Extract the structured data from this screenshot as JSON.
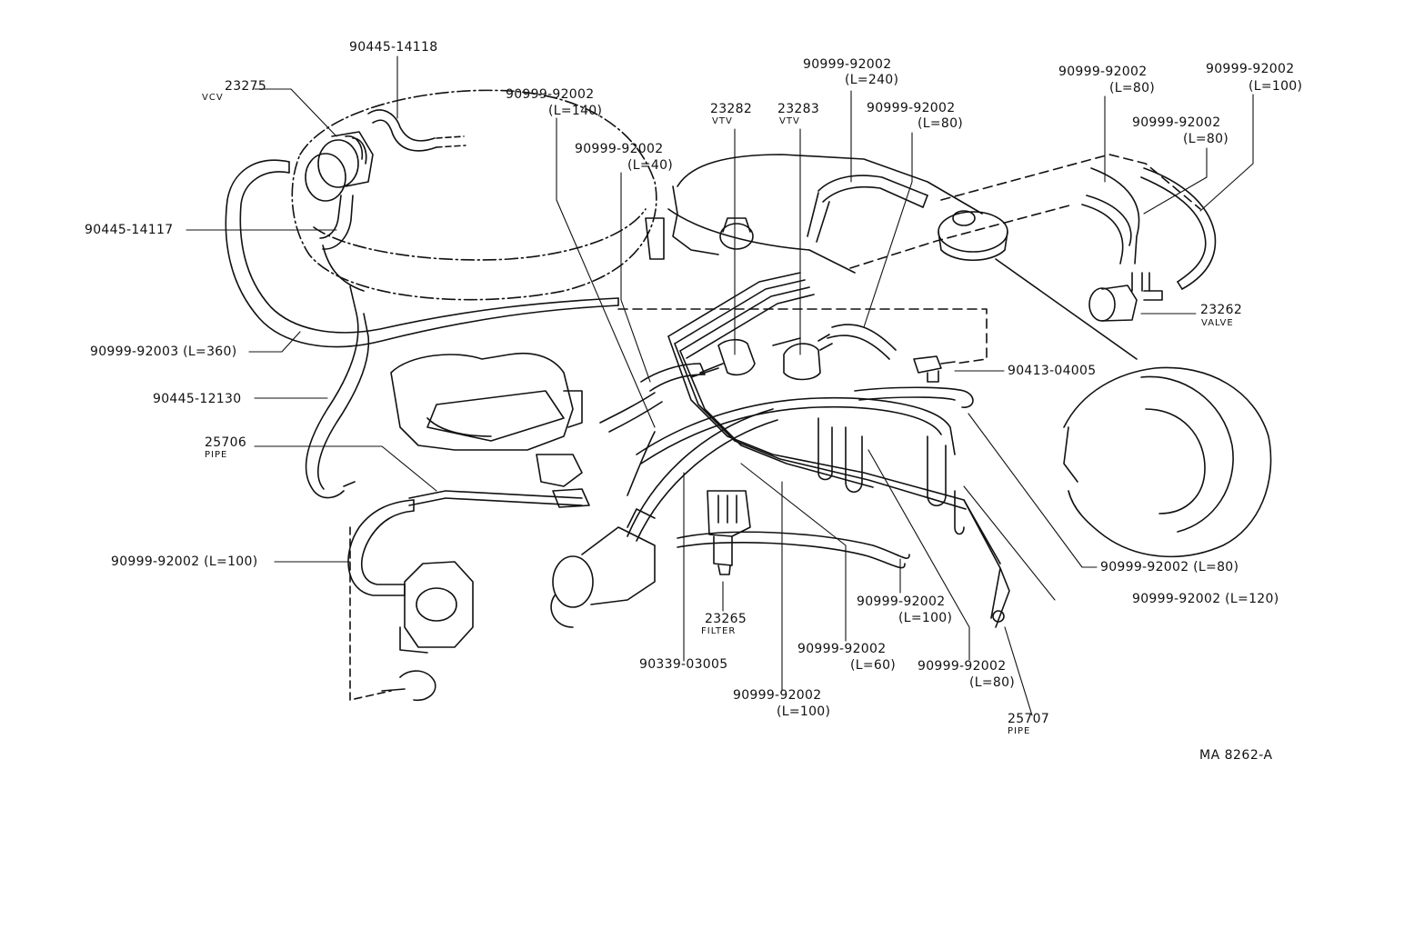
{
  "parts": {
    "p90445_14118": "90445-14118",
    "p23275": "23275",
    "p23275_desc": "VCV",
    "p90999_l140": "90999-92002",
    "p90999_l140_len": "(L=140)",
    "p90999_l40": "90999-92002",
    "p90999_l40_len": "(L=40)",
    "p90999_l240": "90999-92002",
    "p90999_l240_len": "(L=240)",
    "p23282": "23282",
    "p23282_desc": "VTV",
    "p23283": "23283",
    "p23283_desc": "VTV",
    "p90999_l80a": "90999-92002",
    "p90999_l80a_len": "(L=80)",
    "p90999_l80b": "90999-92002",
    "p90999_l80b_len": "(L=80)",
    "p90999_l100a": "90999-92002",
    "p90999_l100a_len": "(L=100)",
    "p90999_l80c": "90999-92002",
    "p90999_l80c_len": "(L=80)",
    "p90445_14117": "90445-14117",
    "p23262": "23262",
    "p23262_desc": "VALVE",
    "p90999_92003": "90999-92003  (L=360)",
    "p90413_04005": "90413-04005",
    "p90445_12130": "90445-12130",
    "p25706": "25706",
    "p25706_desc": "PIPE",
    "p90999_l100b": "90999-92002  (L=100)",
    "p90999_l80d": "90999-92002  (L=80)",
    "p90999_l120": "90999-92002  (L=120)",
    "p23265": "23265",
    "p23265_desc": "FILTER",
    "p90999_l100c": "90999-92002",
    "p90999_l100c_len": "(L=100)",
    "p90339_03005": "90339-03005",
    "p90999_l60": "90999-92002",
    "p90999_l60_len": "(L=60)",
    "p90999_l80e": "90999-92002",
    "p90999_l80e_len": "(L=80)",
    "p90999_l100d": "90999-92002",
    "p90999_l100d_len": "(L=100)",
    "p25707": "25707",
    "p25707_desc": "PIPE"
  },
  "figure_code": "MA 8262-A"
}
